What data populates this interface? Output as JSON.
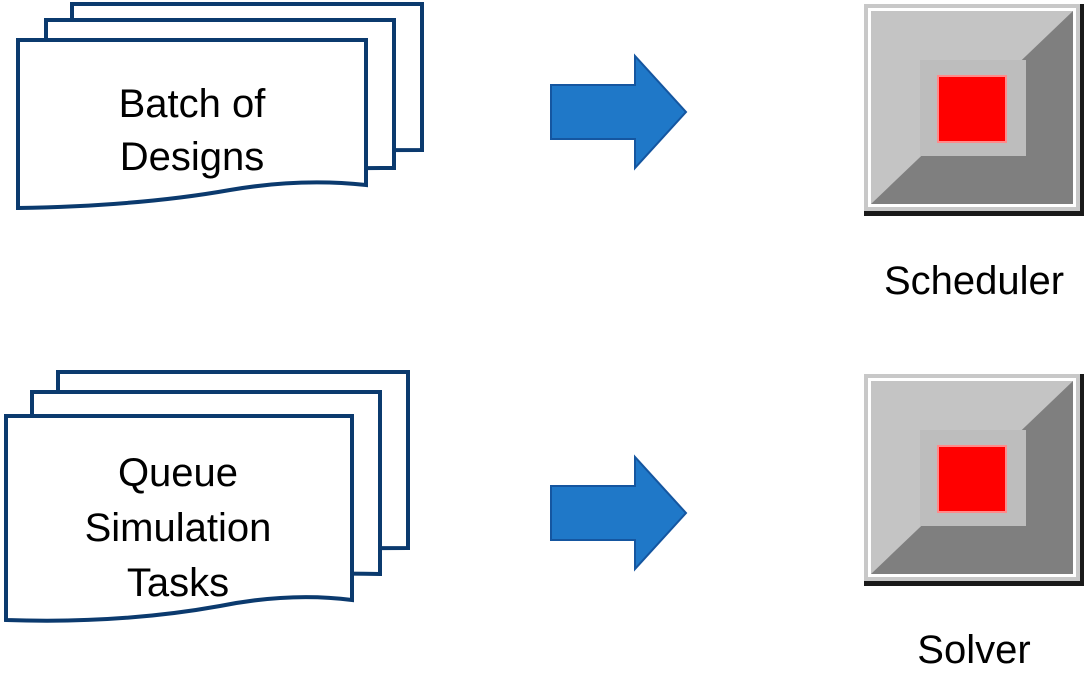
{
  "documents": {
    "top": {
      "lines": [
        "Batch of",
        "Designs"
      ]
    },
    "bottom": {
      "lines": [
        "Queue",
        "Simulation",
        "Tasks"
      ]
    }
  },
  "components": {
    "top": {
      "label": "Scheduler",
      "icon": "stop-button-icon"
    },
    "bottom": {
      "label": "Solver",
      "icon": "stop-button-icon"
    }
  },
  "colors": {
    "document_stroke": "#0B3A6E",
    "arrow_fill": "#1F78C8",
    "arrow_stroke": "#1556A0",
    "icon_red": "#FF0000"
  }
}
